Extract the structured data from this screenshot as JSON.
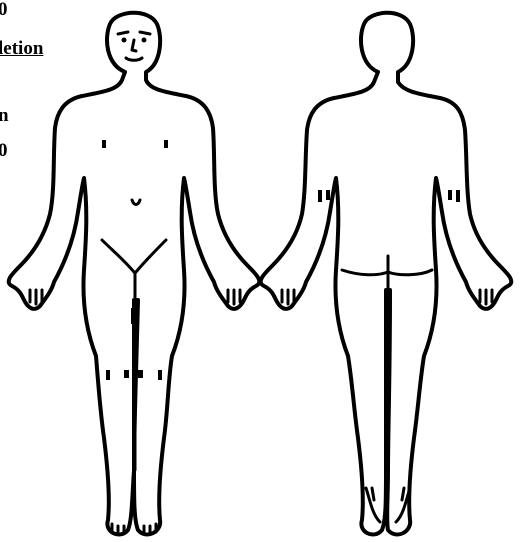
{
  "left_edge_text": [
    "0",
    "letion",
    "n",
    "0"
  ],
  "colors": {
    "ink": "#000000",
    "background": "#ffffff"
  }
}
